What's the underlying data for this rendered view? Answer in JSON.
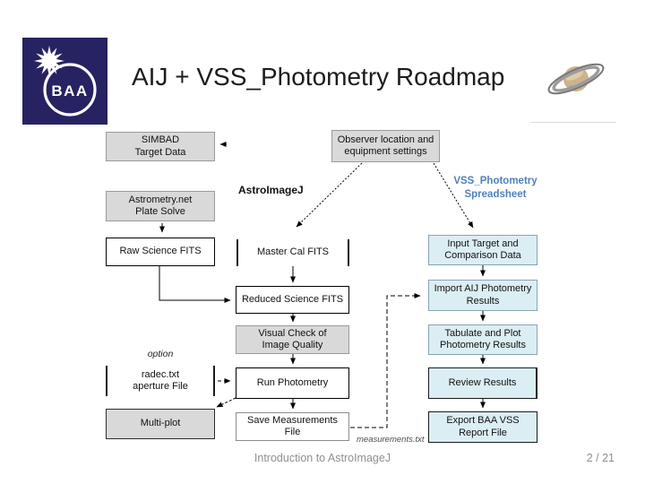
{
  "header": {
    "title": "AIJ + VSS_Photometry Roadmap",
    "logo_text": "BAA"
  },
  "footer": {
    "caption": "Introduction to AstroImageJ",
    "page_number": "2 / 21"
  },
  "colors": {
    "logo_navy": "#272262",
    "gray_box_fill": "#d9d9d9",
    "blue_box_fill": "#dbeef3",
    "vss_label_blue": "#4f81bd",
    "footer_gray": "#8f8f8f"
  },
  "flowchart": {
    "labels": {
      "astroimagej": "AstroImageJ",
      "vss_line1": "VSS_Photometry",
      "vss_line2": "Spreadsheet",
      "option": "option",
      "measurements_file": "measurements.txt"
    },
    "boxes": {
      "simbad": "SIMBAD\nTarget Data",
      "observer": "Observer location and\nequipment settings",
      "astrometry": "Astrometry.net\nPlate Solve",
      "raw_science": "Raw Science FITS",
      "master_cal": "Master Cal FITS",
      "reduced_science": "Reduced Science FITS",
      "visual_check": "Visual Check of\nImage Quality",
      "run_photometry": "Run Photometry",
      "save_measurements": "Save Measurements File",
      "radec_aperture": "radec.txt\naperture File",
      "multi_plot": "Multi-plot",
      "input_target": "Input Target and\nComparison Data",
      "import_results": "Import AIJ Photometry\nResults",
      "tabulate_plot": "Tabulate and Plot\nPhotometry Results",
      "review_results": "Review Results",
      "export_report": "Export BAA VSS\nReport File"
    }
  }
}
